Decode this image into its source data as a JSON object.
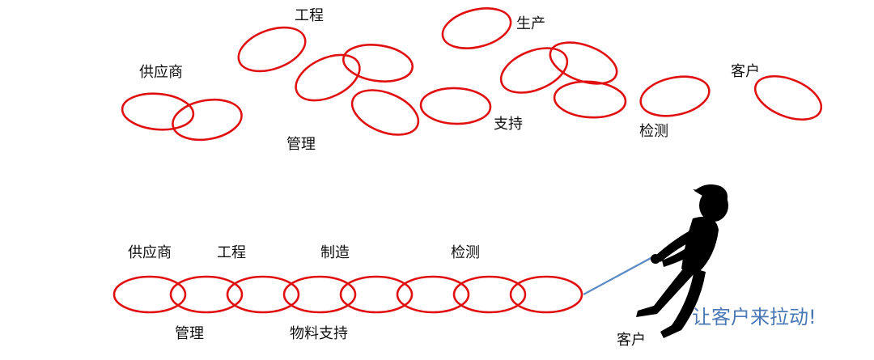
{
  "colors": {
    "ring": "#e01010",
    "text": "#111111",
    "rope": "#5b8ac4",
    "slogan": "#4a78b5",
    "figure": "#000000"
  },
  "top_scene": {
    "labels": {
      "supplier": "供应商",
      "engineering": "工程",
      "management": "管理",
      "production": "生产",
      "support": "支持",
      "inspection": "检测",
      "customer": "客户"
    }
  },
  "bottom_scene": {
    "labels": {
      "supplier": "供应商",
      "engineering": "工程",
      "manufacturing": "制造",
      "inspection": "检测",
      "management": "管理",
      "material_support": "物料支持",
      "customer": "客户"
    },
    "slogan": "让客户来拉动!"
  },
  "figure_icon": "person-pulling-rope-icon"
}
